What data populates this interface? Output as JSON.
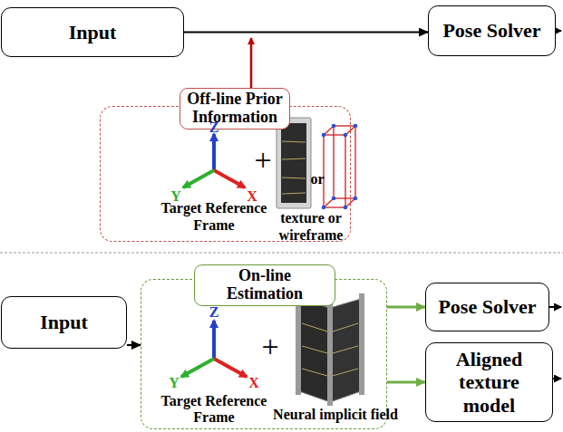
{
  "diagram": {
    "nodes": [
      {
        "text": [
          "Input"
        ]
      },
      {
        "text": [
          "Pose Solver"
        ]
      },
      {
        "text": [
          "Off-line Prior Information"
        ]
      },
      {
        "text": [
          "Input"
        ]
      },
      {
        "text": [
          "On-line Estimation"
        ]
      },
      {
        "text": [
          "Pose Solver"
        ]
      },
      {
        "text": [
          "Aligned texture model"
        ]
      }
    ],
    "edges": [
      {
        "from": 0,
        "to": 1,
        "arrow": "to"
      },
      {
        "from": 3,
        "to": 4,
        "arrow": "to"
      },
      {
        "from": 4,
        "to": 5,
        "arrow": "to"
      },
      {
        "from": 4,
        "to": 6,
        "arrow": "to"
      }
    ],
    "labels": [
      "Z",
      "+",
      "Y",
      "X",
      "Target Reference Frame",
      "or",
      "texture or wireframe",
      "Z",
      "+",
      "Y",
      "X",
      "Target Reference Frame",
      "Neural implicit field"
    ]
  }
}
